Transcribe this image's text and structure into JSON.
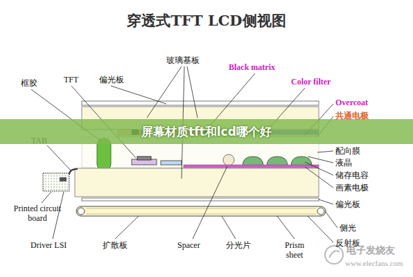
{
  "diagram": {
    "title": "穿透式TFT LCD侧视图",
    "nodes": [
      {
        "text": [
          "屏幕材质tft和lcd哪个好"
        ]
      }
    ],
    "labels": [
      "框胶",
      "TFT",
      "偏光板",
      "玻璃基板",
      "Black matrix",
      "Color filter",
      "Overcoat",
      "共通电极",
      "配向膜",
      "液晶",
      "储存电容",
      "画素电极",
      "偏光板",
      "侧光",
      "反射板",
      "TAB",
      "Printed circuit board",
      "Driver LSI",
      "扩散板",
      "Spacer",
      "分光片",
      "Prism sheet",
      "电子发烧友",
      "www.elecfans.com"
    ]
  }
}
